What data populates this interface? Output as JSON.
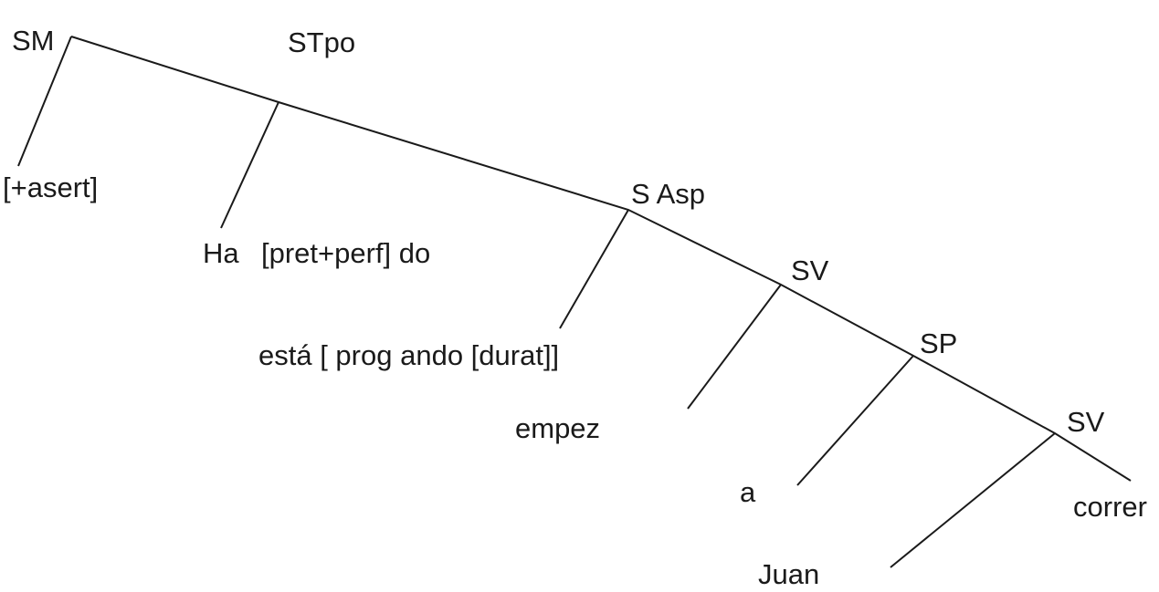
{
  "diagram": {
    "nodes": {
      "sm": "SM",
      "stpo": "STpo",
      "s_asp": "S Asp",
      "sv1": "SV",
      "sp": "SP",
      "sv2": "SV"
    },
    "leaves": {
      "asert": "[+asert]",
      "ha": "Ha",
      "pret_perf": "[pret+perf] do",
      "esta": "está [ prog ando [durat]]",
      "empez": "empez",
      "a": "a",
      "juan": "Juan",
      "correr": "correr"
    }
  }
}
